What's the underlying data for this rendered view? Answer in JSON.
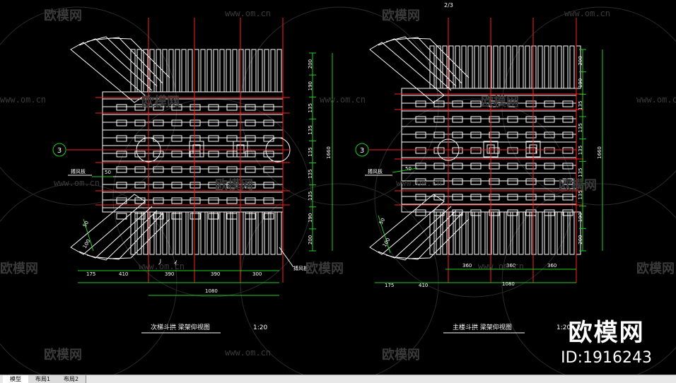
{
  "colors": {
    "background": "#000000",
    "line": "#ffffff",
    "axis": "#ff2020",
    "dimension": "#20d020",
    "label": "#ffffff",
    "watermark": "#3a3a3a"
  },
  "watermarks": {
    "logo_text": "欧模网",
    "url_text": "www.om.cn"
  },
  "brand": {
    "name": "欧模网",
    "id_label": "ID:1916243"
  },
  "left_drawing": {
    "title": "次梯斗拱  梁架仰视图",
    "scale": "1:20",
    "axis_marker": "3",
    "callout_left": "搏风板",
    "callout_right": "搏风板",
    "dim_50": "50",
    "diag_50": "50",
    "diag_100": "100",
    "bottom_dims_row1": [
      "175",
      "410",
      "390",
      "390",
      "300"
    ],
    "bottom_total": "1080",
    "axis_top_label": "丿",
    "axis_bottom_label": "亻",
    "right_dims": [
      "200",
      "190",
      "135",
      "135",
      "135",
      "135",
      "135",
      "190",
      "200"
    ],
    "right_total": "1660"
  },
  "right_drawing": {
    "title": "主楼斗拱  梁架仰视图",
    "scale": "1:20",
    "axis_marker": "3",
    "callout_left": "搏风板",
    "dim_50": "50",
    "diag_50": "50",
    "diag_100": "100",
    "top_label": "2/3",
    "upper_dims": [
      "360",
      "360",
      "360"
    ],
    "bottom_dims": [
      "175",
      "410"
    ],
    "bottom_total": "1080",
    "right_dims": [
      "200",
      "190",
      "135",
      "135",
      "135",
      "135",
      "135",
      "190",
      "200"
    ],
    "right_total": "1660"
  },
  "tabs": [
    {
      "label": "模型",
      "active": true
    },
    {
      "label": "布局1",
      "active": false
    },
    {
      "label": "布局2",
      "active": false
    }
  ]
}
